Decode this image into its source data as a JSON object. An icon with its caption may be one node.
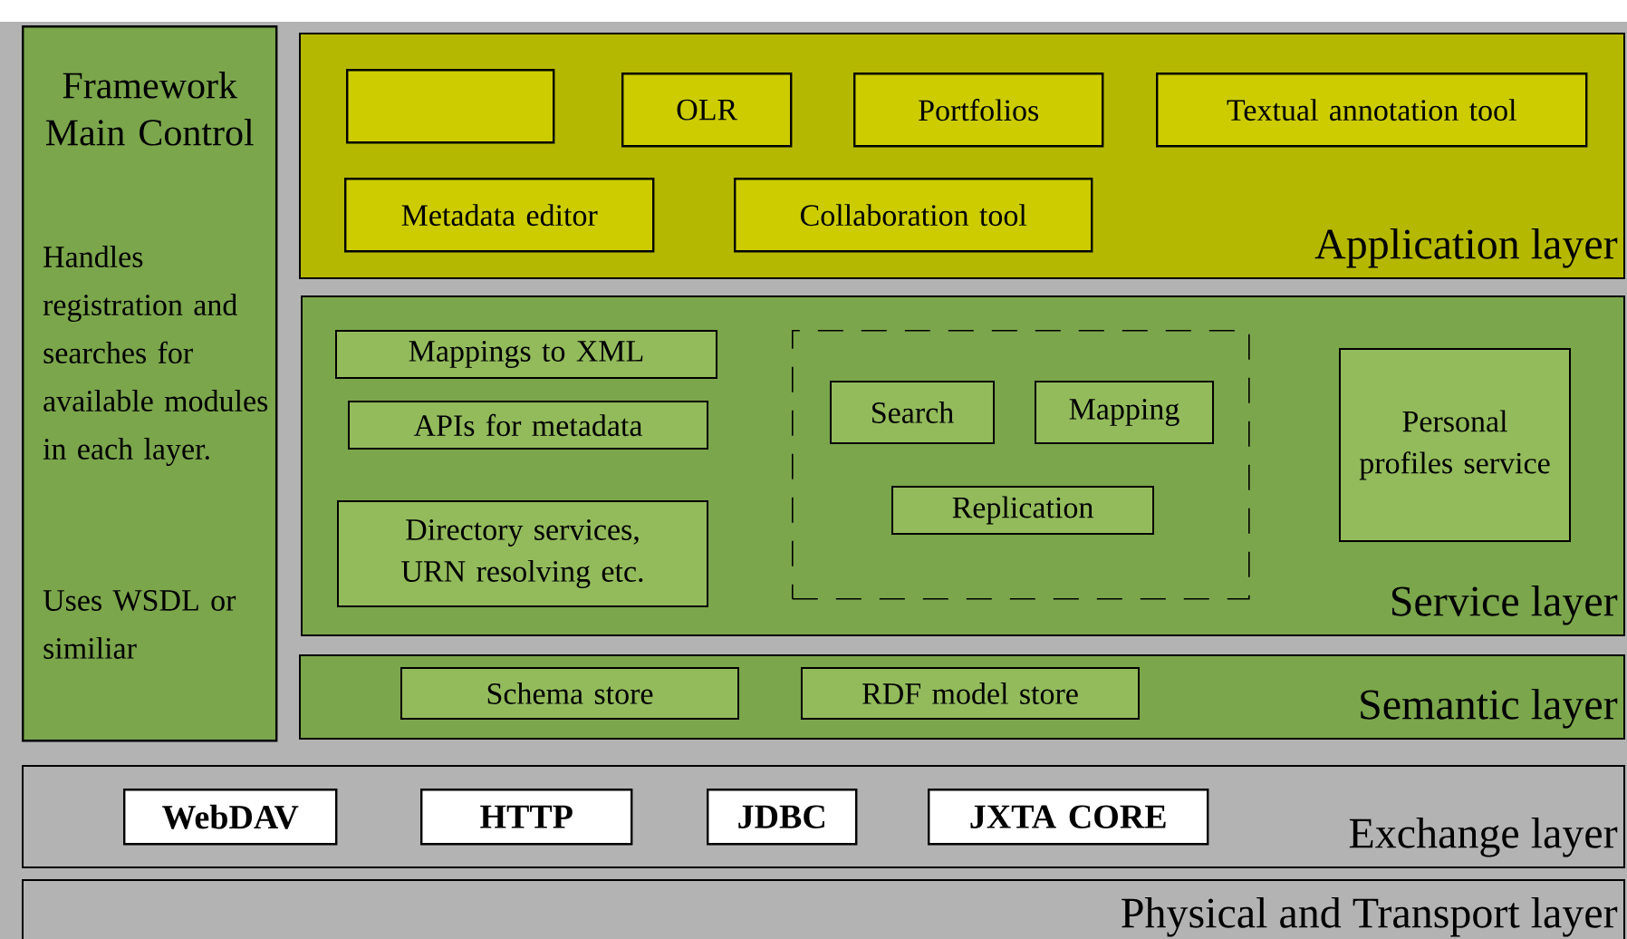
{
  "diagram": {
    "nodes": [
      {
        "text": [
          "Framework Main Control",
          "Handles registration and searches for available modules in each layer.",
          "Uses WSDL or similiar"
        ]
      },
      {
        "text": [
          "Application layer"
        ]
      },
      {
        "text": [],
        "shape": "box",
        "in": 1
      },
      {
        "text": [
          "OLR"
        ],
        "in": 1
      },
      {
        "text": [
          "Portfolios"
        ],
        "in": 1
      },
      {
        "text": [
          "Textual annotation tool"
        ],
        "in": 1
      },
      {
        "text": [
          "Metadata editor"
        ],
        "in": 1
      },
      {
        "text": [
          "Collaboration tool"
        ],
        "in": 1
      },
      {
        "text": [
          "Service layer"
        ]
      },
      {
        "text": [
          "Mappings to XML"
        ],
        "in": 8
      },
      {
        "text": [
          "APIs for metadata"
        ],
        "in": 8
      },
      {
        "text": [
          "Directory services, URN resolving etc."
        ],
        "in": 8
      },
      {
        "text": [],
        "shape": "box",
        "in": 8
      },
      {
        "text": [
          "Search"
        ],
        "in": 12
      },
      {
        "text": [
          "Mapping"
        ],
        "in": 12
      },
      {
        "text": [
          "Replication"
        ],
        "in": 12
      },
      {
        "text": [
          "Personal profiles service"
        ],
        "in": 8
      },
      {
        "text": [
          "Semantic layer"
        ]
      },
      {
        "text": [
          "Schema store"
        ],
        "in": 17
      },
      {
        "text": [
          "RDF model store"
        ],
        "in": 17
      },
      {
        "text": [
          "Exchange layer"
        ]
      },
      {
        "text": [
          "WebDAV"
        ],
        "in": 20
      },
      {
        "text": [
          "HTTP"
        ],
        "in": 20
      },
      {
        "text": [
          "JDBC"
        ],
        "in": 20
      },
      {
        "text": [
          "JXTA CORE"
        ],
        "in": 20
      },
      {
        "text": [
          "Physical and Transport layer"
        ]
      }
    ]
  }
}
